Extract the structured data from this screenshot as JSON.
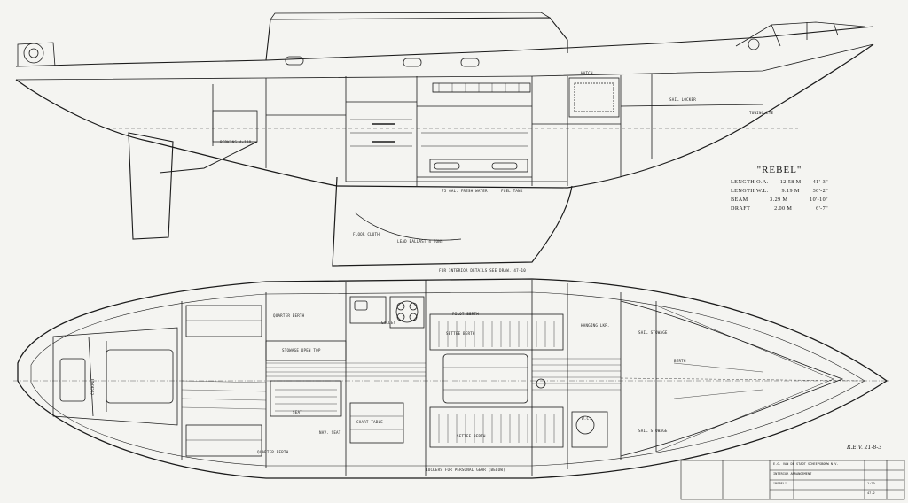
{
  "spec": {
    "title": "\"REBEL\"",
    "rows": [
      {
        "label": "LENGTH O.A.",
        "metric": "12.58 M",
        "imperial": "41'-3\""
      },
      {
        "label": "LENGTH W.L.",
        "metric": "9.19 M",
        "imperial": "30'-2\""
      },
      {
        "label": "BEAM",
        "metric": "3.29 M",
        "imperial": "10'-10\""
      },
      {
        "label": "DRAFT",
        "metric": "2.00 M",
        "imperial": "6'-7\""
      }
    ]
  },
  "profile_labels": {
    "ballast": "LEAD BALLAST 4 TONS",
    "water_tank": "75 GAL. FRESH WATER",
    "fuel": "FUEL TANK",
    "engine": "PERKINS 4-108",
    "floor": "FLOOR CLOTH",
    "keel_note": "FOR INTERIOR DETAILS SEE DRAW. 47-10",
    "sail_locker": "SAIL LOCKER",
    "pulpit": "TOWING EYE",
    "hatch": "HATCH"
  },
  "plan_labels": {
    "quarter_berth_top": "QUARTER BERTH",
    "quarter_berth_bottom": "QUARTER BERTH",
    "stowage": "STOWAGE OPEN TOP",
    "chart_table": "CHART TABLE",
    "pilot_berth": "PILOT BERTH",
    "settee_top": "SETTEE BERTH",
    "settee_bottom": "SETTEE BERTH",
    "galley": "GALLEY",
    "hanging": "HANGING LKR.",
    "sail_stowage_top": "SAIL STOWAGE",
    "sail_stowage_bottom": "SAIL STOWAGE",
    "cockpit": "COCKPIT",
    "seat": "SEAT",
    "berth": "BERTH",
    "lockers": "LOCKERS FOR PERSONAL GEAR (BELOW)",
    "wc": "W.C.",
    "nav_seat": "NAV. SEAT"
  },
  "title_block": {
    "yard": "E.G. VAN DE STADT SCHEEPSBOUW N.V.",
    "drawing": "INTERIOR ARRANGEMENT",
    "name": "\"REBEL\"",
    "number": "47-2",
    "scale": "1:20"
  },
  "signature": "R.E.V. 21-8-3"
}
